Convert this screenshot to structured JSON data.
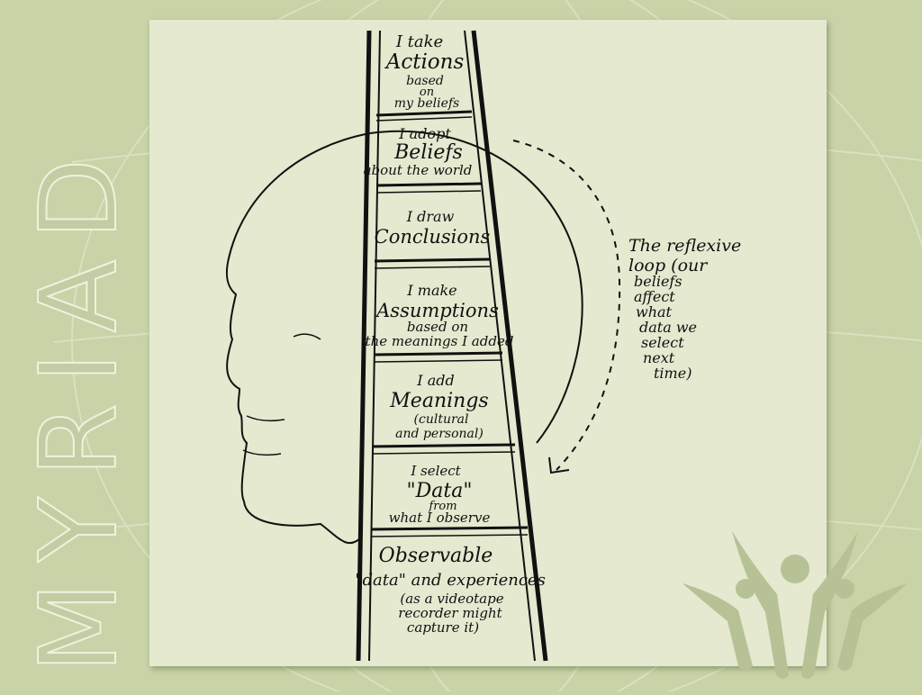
{
  "brand": {
    "text": "MYRIAD"
  },
  "colors": {
    "background": "#c8d3a8",
    "panel": "#e4e9cf",
    "ink": "#111111",
    "brand": "#b7c196"
  },
  "ladder": {
    "rung1": {
      "line1": "I take",
      "title": "Actions",
      "line2": "based",
      "line3": "on",
      "line4": "my beliefs"
    },
    "rung2": {
      "line1": "I adopt",
      "title": "Beliefs",
      "line2": "about the world"
    },
    "rung3": {
      "line1": "I draw",
      "title": "Conclusions"
    },
    "rung4": {
      "line1": "I make",
      "title": "Assumptions",
      "line2": "based on",
      "line3": "the meanings I added"
    },
    "rung5": {
      "line1": "I add",
      "title": "Meanings",
      "line2": "(cultural",
      "line3": "and personal)"
    },
    "rung6": {
      "line1": "I select",
      "title": "\"Data\"",
      "line2": "from",
      "line3": "what I observe"
    },
    "base": {
      "title": "Observable",
      "line1": "\"data\" and experiences",
      "line2": "(as a videotape",
      "line3": "recorder might",
      "line4": "capture it)"
    }
  },
  "loop": {
    "line1": "The reflexive",
    "line2": "loop (our",
    "line3": "beliefs",
    "line4": "affect",
    "line5": "what",
    "line6": "data we",
    "line7": "select",
    "line8": "next",
    "line9": "time)"
  },
  "icons": {
    "figures": "people-figures-icon",
    "head": "head-profile-icon"
  }
}
